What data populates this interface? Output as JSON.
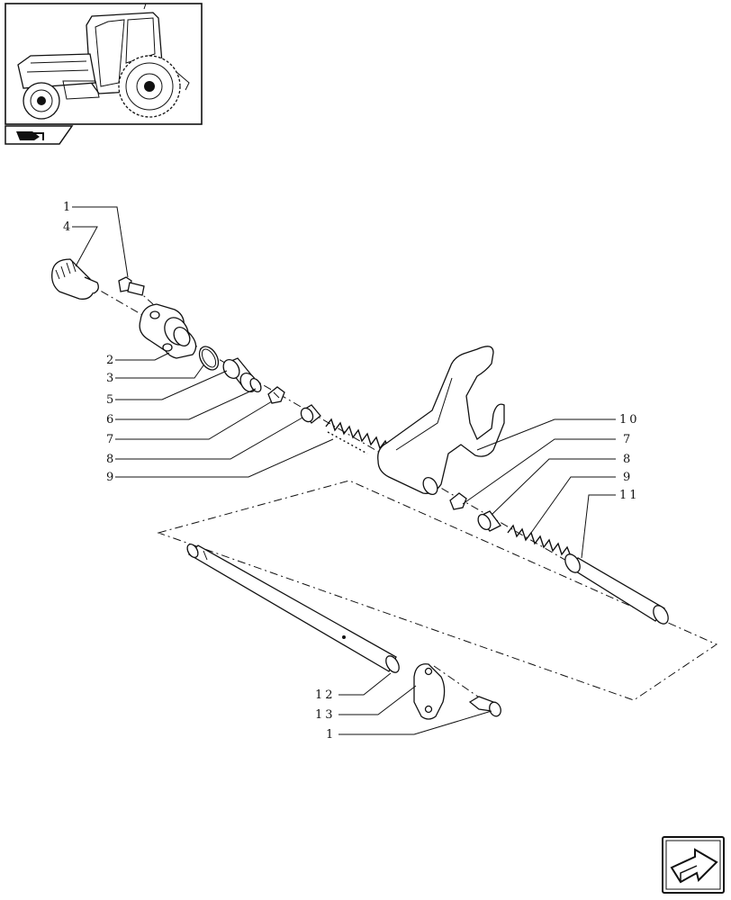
{
  "callouts": [
    {
      "id": "c1a",
      "text": "1"
    },
    {
      "id": "c4",
      "text": "4"
    },
    {
      "id": "c2",
      "text": "2"
    },
    {
      "id": "c3",
      "text": "3"
    },
    {
      "id": "c5",
      "text": "5"
    },
    {
      "id": "c6",
      "text": "6"
    },
    {
      "id": "c7a",
      "text": "7"
    },
    {
      "id": "c8a",
      "text": "8"
    },
    {
      "id": "c9a",
      "text": "9"
    },
    {
      "id": "c10",
      "text": "10"
    },
    {
      "id": "c7b",
      "text": "7"
    },
    {
      "id": "c8b",
      "text": "8"
    },
    {
      "id": "c9b",
      "text": "9"
    },
    {
      "id": "c11",
      "text": "11"
    },
    {
      "id": "c12",
      "text": "12"
    },
    {
      "id": "c13",
      "text": "13"
    },
    {
      "id": "c1b",
      "text": "1"
    }
  ],
  "icons": {
    "thumbnail": "tractor-thumbnail-icon",
    "section_badge": "transmission-section-icon",
    "navigation": "next-page-arrow-icon"
  }
}
